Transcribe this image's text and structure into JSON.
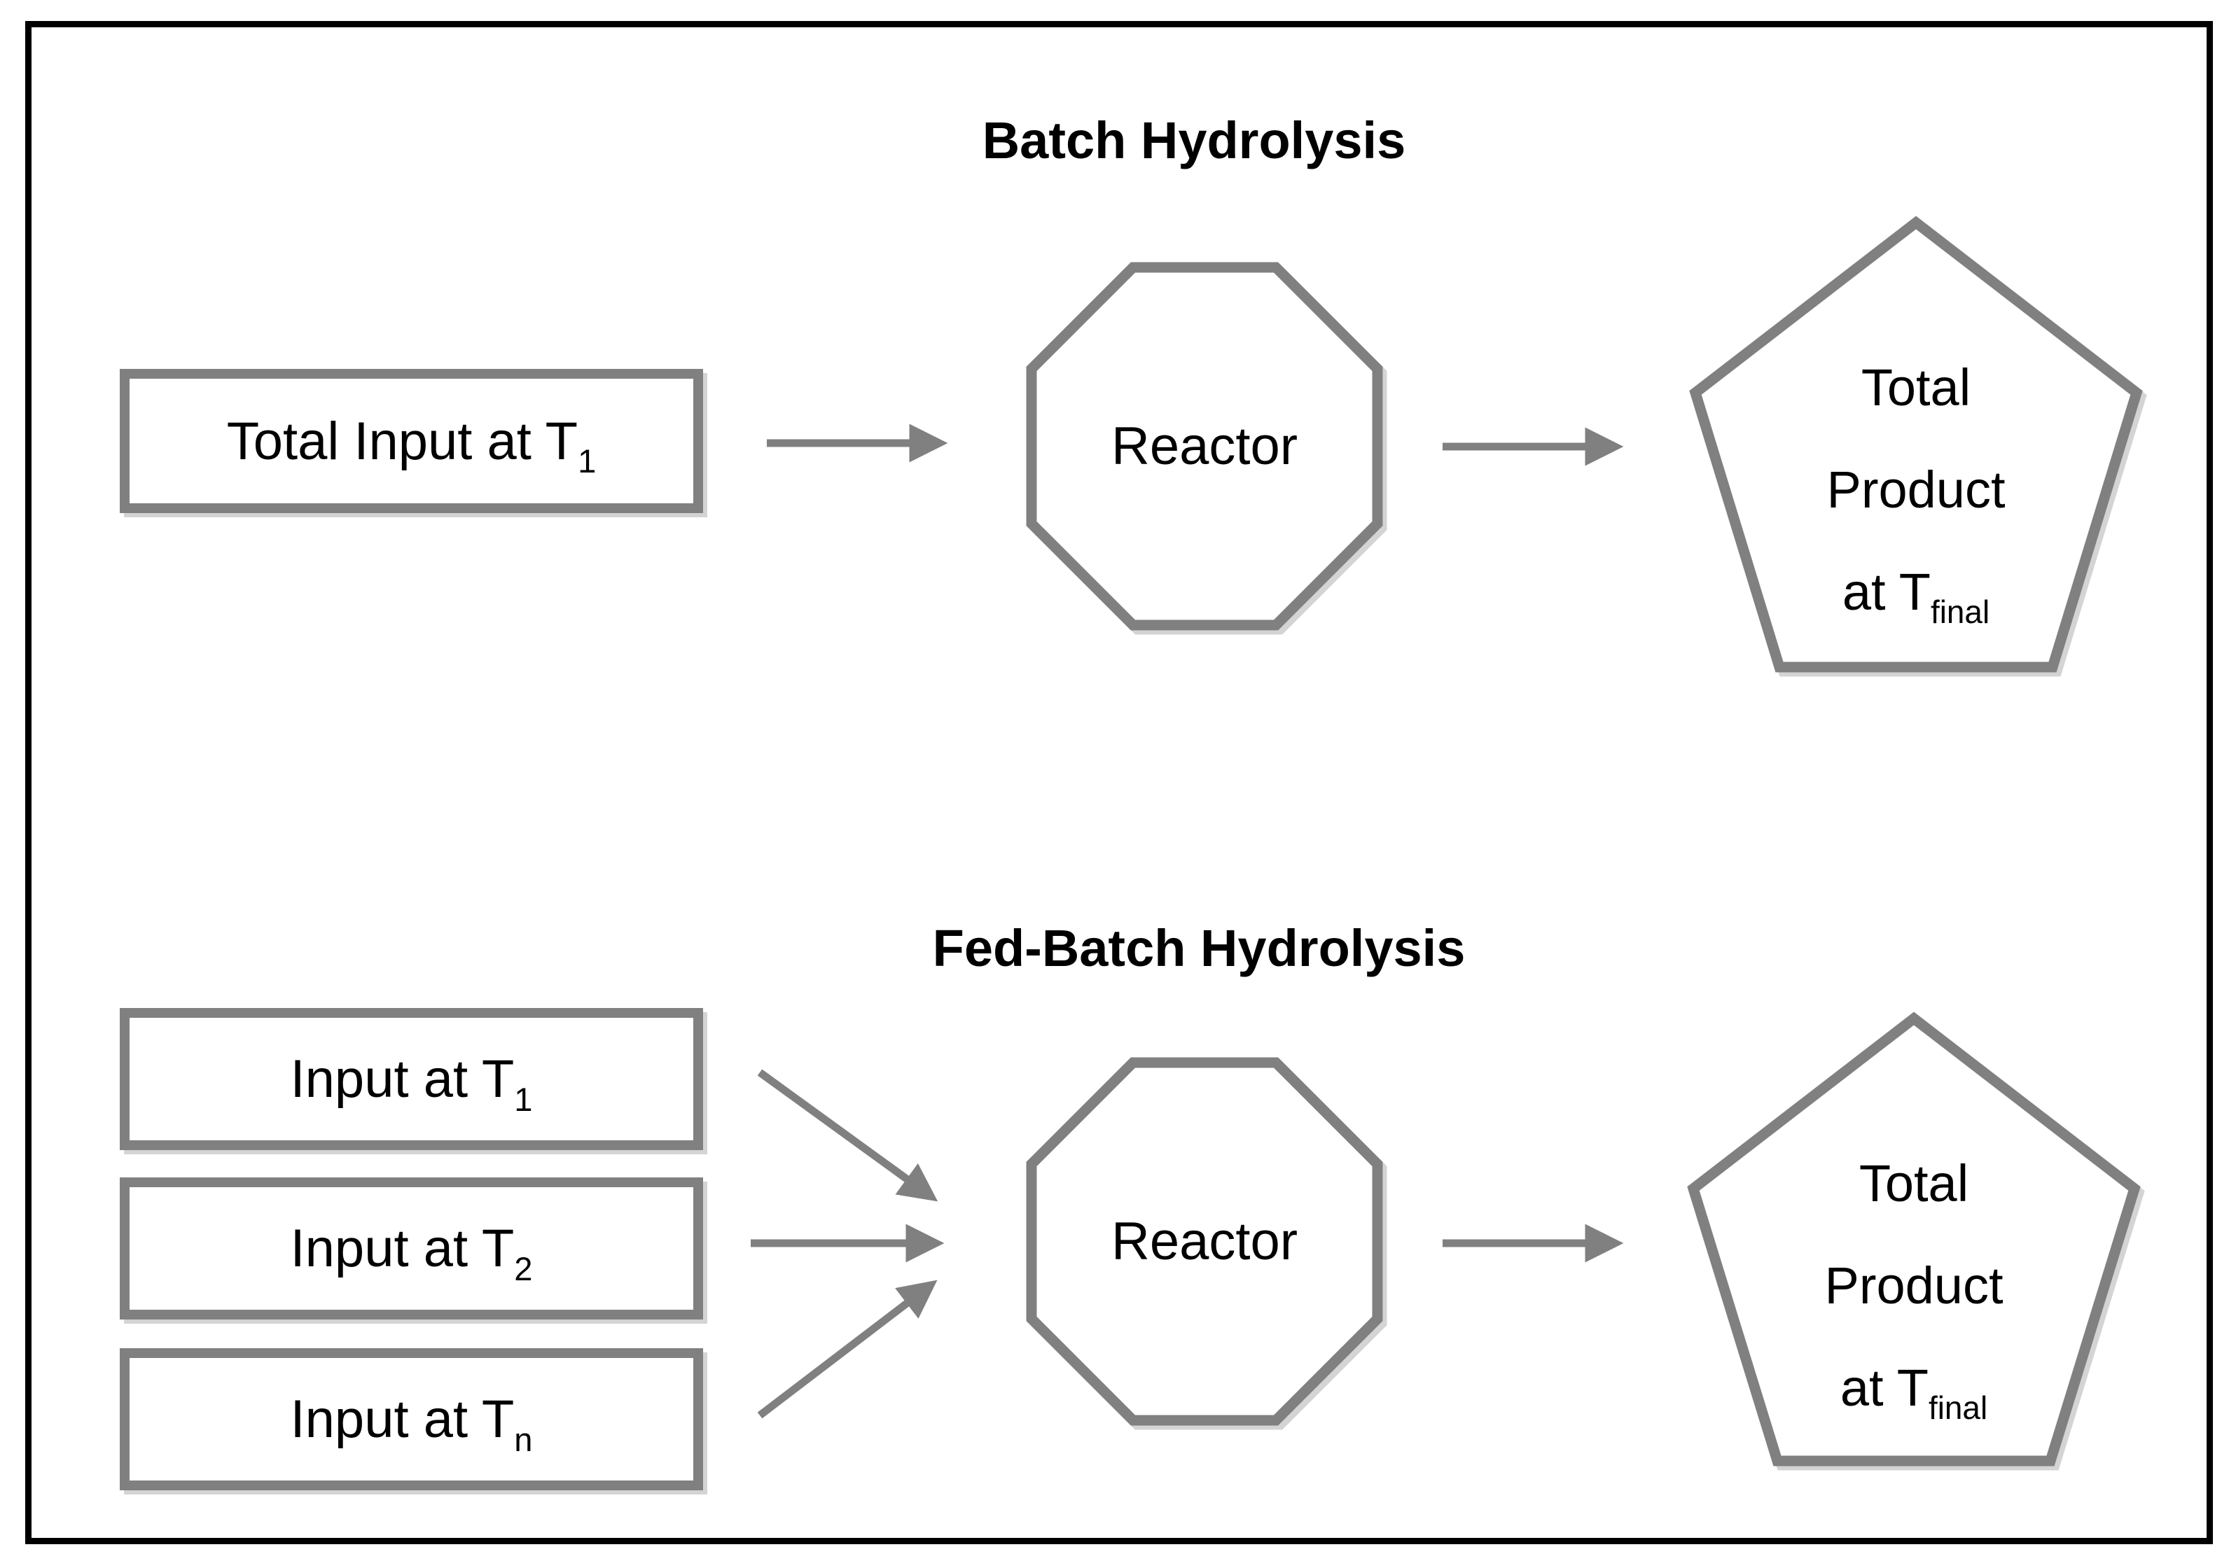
{
  "colors": {
    "background": "#ffffff",
    "frame_border": "#000000",
    "shape_border": "#808080",
    "arrow": "#808080",
    "shadow": "#d4d4d4",
    "text": "#000000"
  },
  "batch": {
    "title": "Batch Hydrolysis",
    "input": {
      "main": "Total Input at T",
      "sub": "1"
    },
    "reactor_label": "Reactor",
    "product": {
      "line1": "Total",
      "line2": "Product",
      "line3_main": "at T",
      "line3_sub": "final"
    }
  },
  "fed_batch": {
    "title": "Fed-Batch Hydrolysis",
    "inputs": [
      {
        "main": "Input at T",
        "sub": "1"
      },
      {
        "main": "Input at T",
        "sub": "2"
      },
      {
        "main": "Input at T",
        "sub": "n"
      }
    ],
    "reactor_label": "Reactor",
    "product": {
      "line1": "Total",
      "line2": "Product",
      "line3_main": "at T",
      "line3_sub": "final"
    }
  }
}
